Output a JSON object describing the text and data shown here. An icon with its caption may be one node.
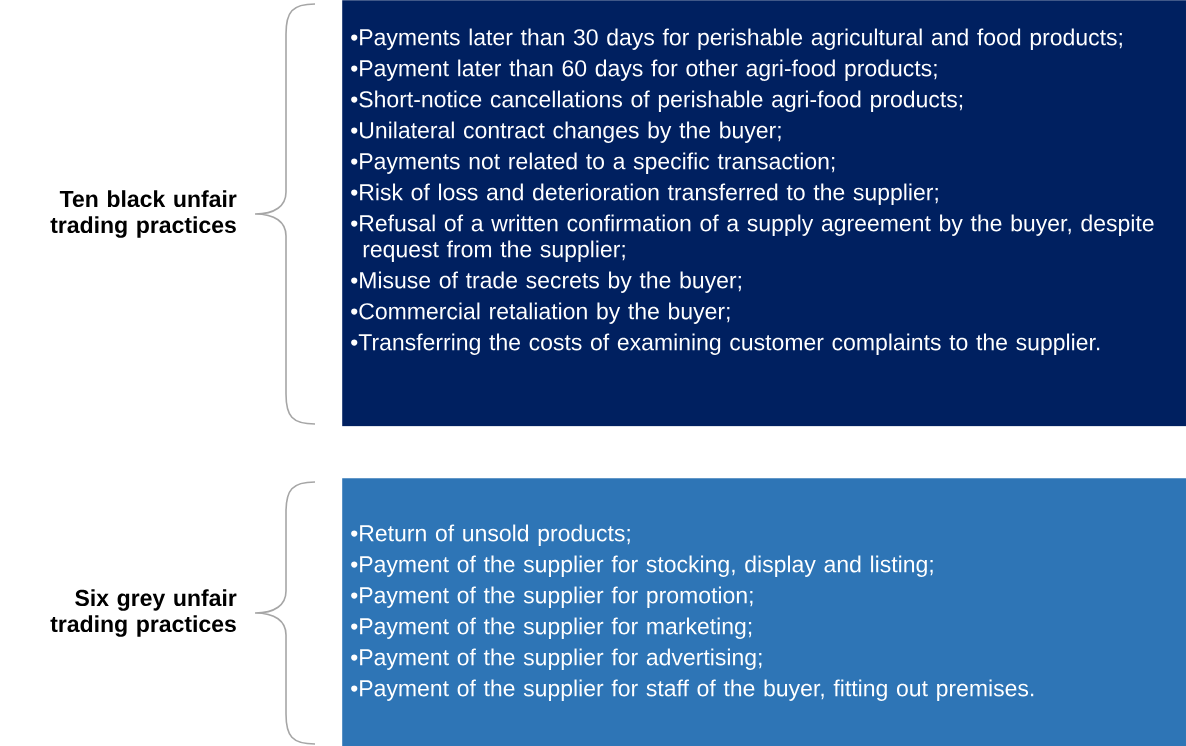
{
  "diagram": {
    "nodes": [
      {
        "text": [
          "•Payments later than 30 days for perishable agricultural and food products;",
          "•Payment later than 60 days for other agri-food products;",
          "•Short-notice cancellations of perishable agri-food products;",
          "•Unilateral contract changes by the buyer;",
          "•Payments not related to a specific transaction;",
          "•Risk of loss and deterioration transferred to the supplier;",
          "•Refusal of a written confirmation of a supply agreement by the buyer, despite request from the supplier;",
          "•Misuse of trade secrets by the buyer;",
          "•Commercial retaliation by the buyer;",
          "•Transferring the costs of examining customer complaints to the supplier."
        ]
      },
      {
        "text": [
          "•Return of unsold products;",
          "•Payment of the supplier for stocking, display and listing;",
          "•Payment of the supplier for promotion;",
          "•Payment of the supplier for marketing;",
          "•Payment of the supplier for advertising;",
          "•Payment of the supplier for staff of the buyer, fitting out premises."
        ]
      }
    ],
    "labels": [
      "Ten black unfair trading practices",
      "Six grey unfair trading practices"
    ]
  }
}
